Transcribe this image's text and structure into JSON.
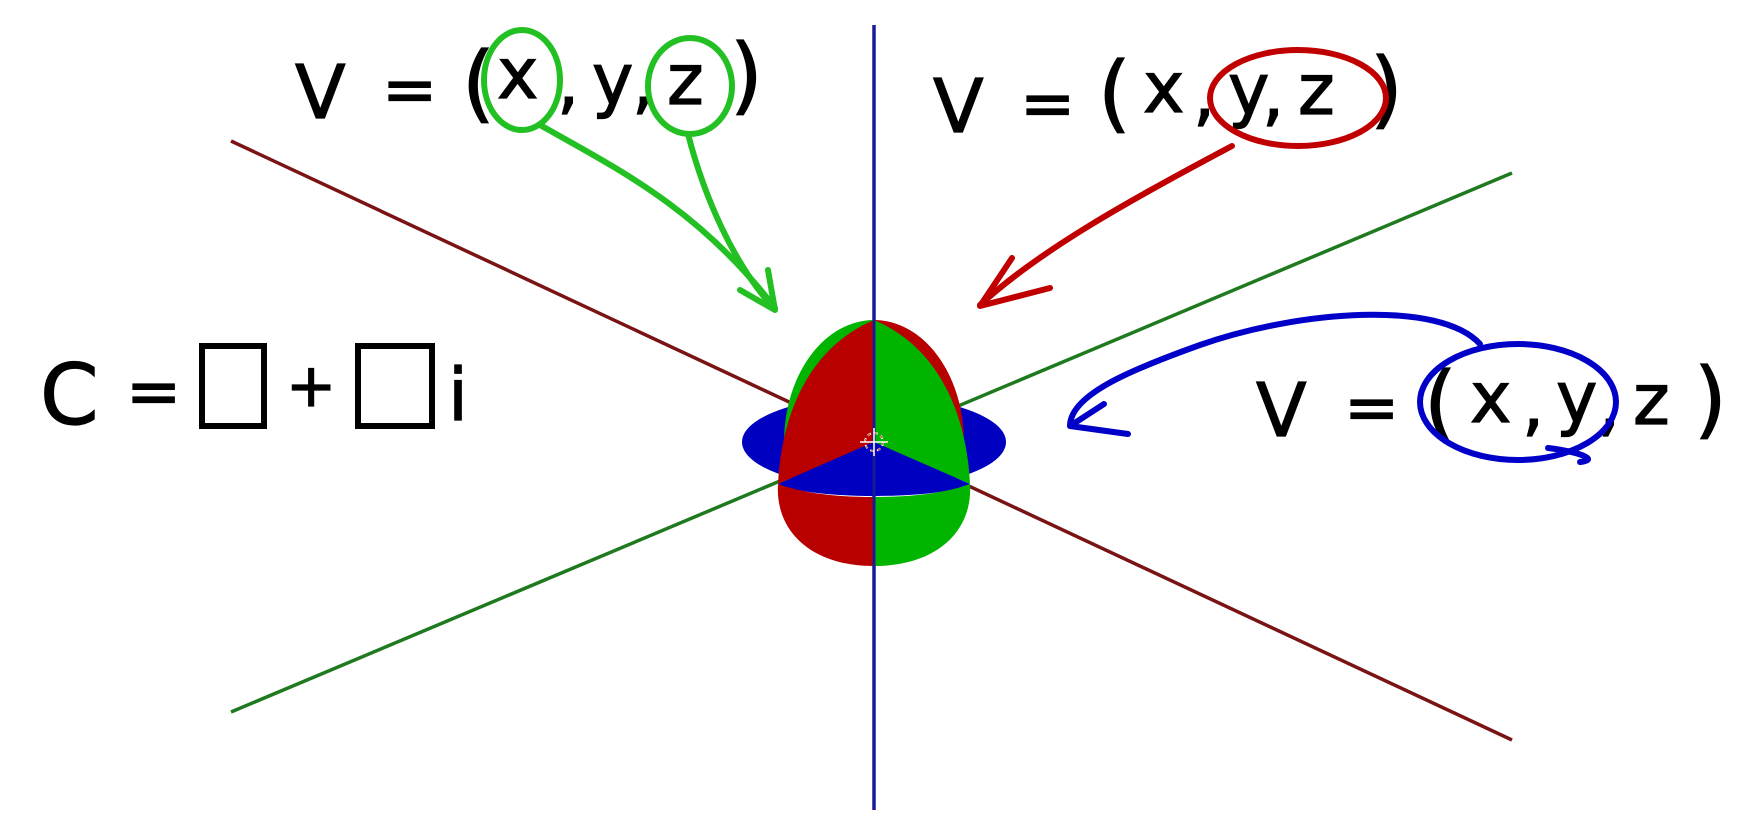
{
  "colors": {
    "background": "#ffffff",
    "axis_x": "#7a1414",
    "axis_y": "#1f7a1f",
    "axis_z": "#1a1a99",
    "plane_red": "#b80000",
    "plane_green": "#00b400",
    "plane_blue": "#0000c0",
    "ink_black": "#000000",
    "ink_green": "#22c022",
    "ink_red": "#c00000",
    "ink_blue": "#0000c8"
  },
  "equations": {
    "left_top": "V = (x, y, z)",
    "right_top": "V = (x, y, z)",
    "right_middle": "V = (x, y, z)",
    "complex": "C = □ + □i"
  },
  "tokens": {
    "V": "V",
    "eq": "=",
    "lparen": "(",
    "rparen": ")",
    "x": "x",
    "y": "y",
    "z": "z",
    "comma": ",",
    "C": "C",
    "plus": "+",
    "i": "i"
  },
  "icons": {
    "origin_marker": "crosshair-icon"
  }
}
